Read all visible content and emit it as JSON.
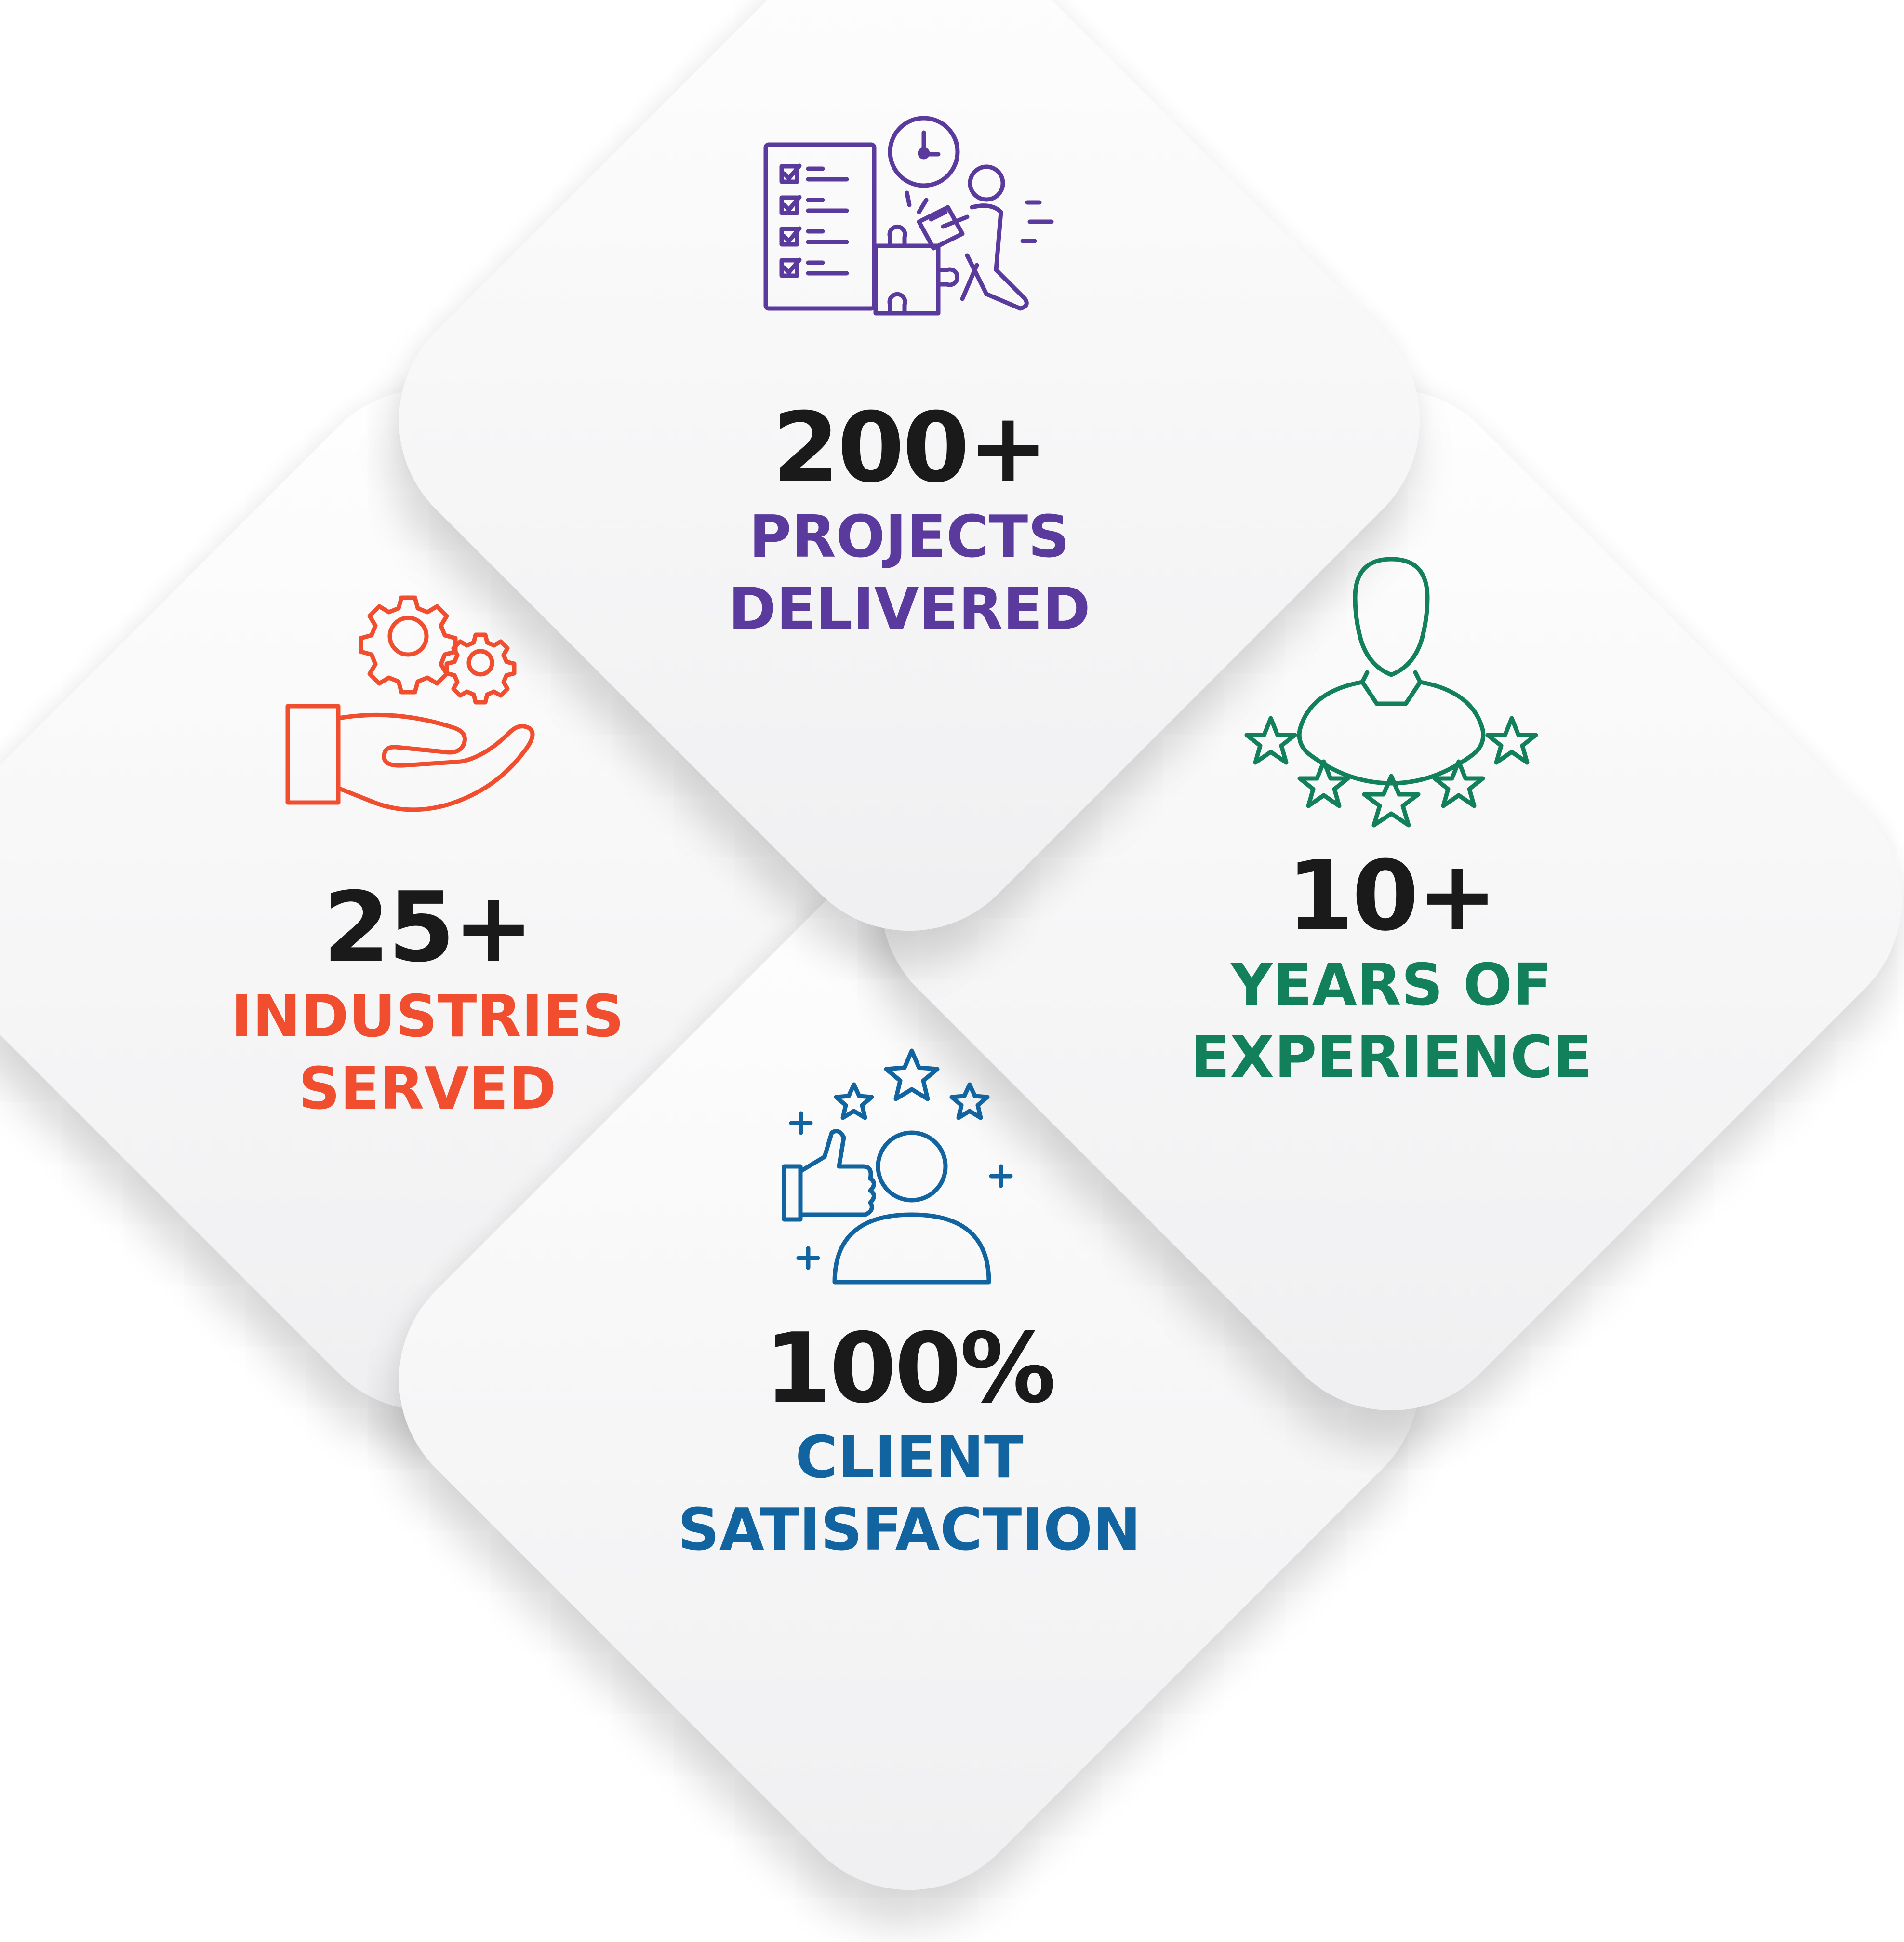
{
  "colors": {
    "purple": "#5b3a9e",
    "orange": "#f04e2f",
    "green": "#12805a",
    "blue": "#1164a0",
    "number": "#1a1a1a"
  },
  "stats": {
    "projects": {
      "value": "200+",
      "line1": "PROJECTS",
      "line2": "DELIVERED",
      "icon": "project-checklist-puzzle-icon"
    },
    "industries": {
      "value": "25+",
      "line1": "INDUSTRIES",
      "line2": "SERVED",
      "icon": "hand-gears-icon"
    },
    "experience": {
      "value": "10+",
      "line1": "YEARS OF",
      "line2": "EXPERIENCE",
      "icon": "person-stars-icon"
    },
    "satisfaction": {
      "value": "100%",
      "line1": "CLIENT",
      "line2": "SATISFACTION",
      "icon": "thumbs-up-person-stars-icon"
    }
  }
}
